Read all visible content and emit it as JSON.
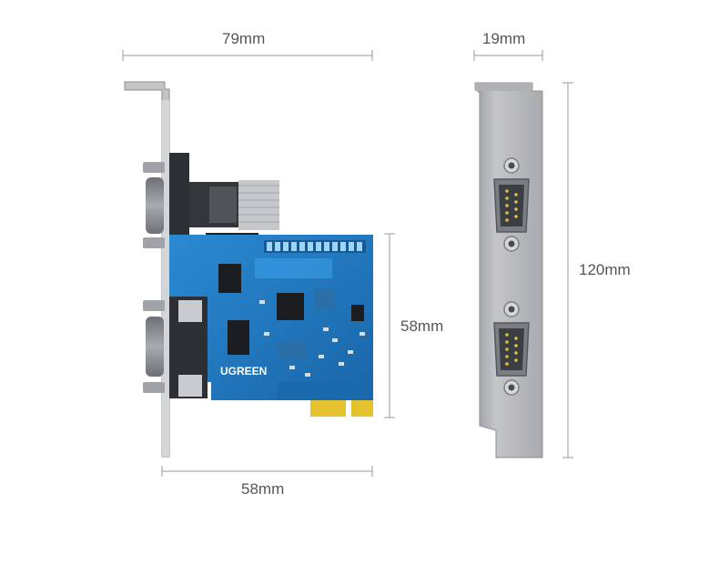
{
  "dimensions": {
    "card_width": "79mm",
    "bracket_width": "19mm",
    "bracket_height": "120mm",
    "pcb_height": "58mm",
    "pcb_width": "58mm"
  },
  "card": {
    "brand": "UGREEN"
  },
  "colors": {
    "pcb": "#1f74b8",
    "pcb_light": "#2b8fd6",
    "bracket": "#b7b8bb",
    "dim_line": "#9a9a9a",
    "gold": "#e6c230"
  },
  "icons": {
    "serial_port": "db9-connector"
  }
}
